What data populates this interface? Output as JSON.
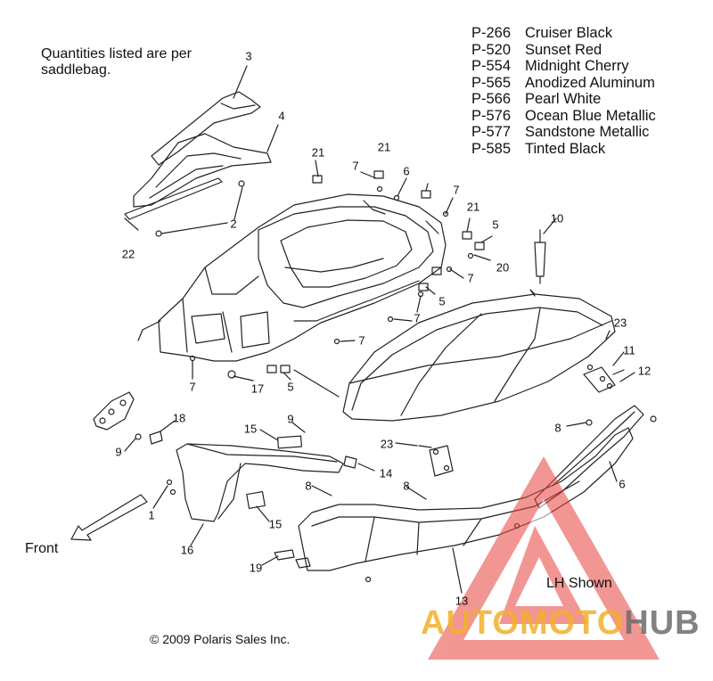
{
  "note": "Quantities listed are per saddlebag.",
  "color_codes": [
    {
      "code": "P-266",
      "name": "Cruiser Black"
    },
    {
      "code": "P-520",
      "name": "Sunset Red"
    },
    {
      "code": "P-554",
      "name": "Midnight Cherry"
    },
    {
      "code": "P-565",
      "name": "Anodized Aluminum"
    },
    {
      "code": "P-566",
      "name": "Pearl White"
    },
    {
      "code": "P-576",
      "name": "Ocean Blue Metallic"
    },
    {
      "code": "P-577",
      "name": "Sandstone Metallic"
    },
    {
      "code": "P-585",
      "name": "Tinted Black"
    }
  ],
  "callouts": [
    "3",
    "4",
    "21",
    "7",
    "6",
    "21",
    "7",
    "21",
    "5",
    "10",
    "20",
    "7",
    "5",
    "7",
    "7",
    "5",
    "17",
    "7",
    "2",
    "22",
    "23",
    "11",
    "12",
    "8",
    "6",
    "18",
    "9",
    "15",
    "9",
    "14",
    "23",
    "8",
    "8",
    "1",
    "15",
    "16",
    "19",
    "13"
  ],
  "front_label": "Front",
  "lh_label": "LH Shown",
  "copyright": "© 2009 Polaris Sales Inc.",
  "watermark": {
    "part1": "AUTO",
    "part2": "MOTO",
    "part3": "HUB"
  },
  "colors": {
    "line": "#222222",
    "watermark_red": "#e8413c",
    "watermark_orange": "#f3b02b",
    "watermark_gray": "#6d6d6d"
  }
}
